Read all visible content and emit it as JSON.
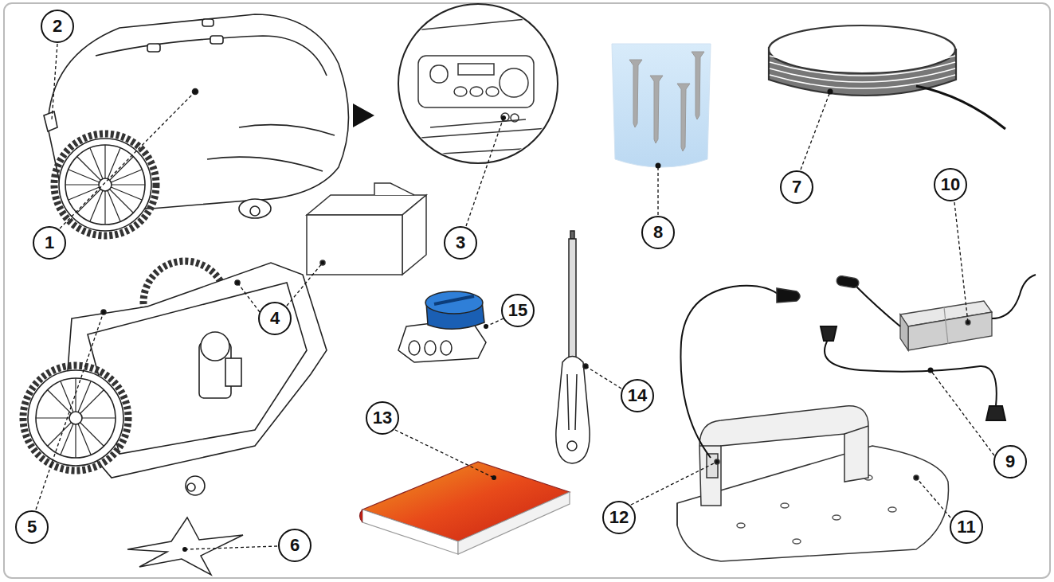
{
  "diagram": {
    "nodes": [
      {
        "text": [
          "2"
        ]
      },
      {
        "text": [
          "7"
        ]
      },
      {
        "text": [
          "10"
        ]
      },
      {
        "text": [
          "3"
        ]
      },
      {
        "text": [
          "8"
        ]
      },
      {
        "text": [
          "1"
        ]
      },
      {
        "text": [
          "15"
        ]
      },
      {
        "text": [
          "4"
        ]
      },
      {
        "text": [
          "14"
        ]
      },
      {
        "text": [
          "13"
        ]
      },
      {
        "text": [
          "9"
        ]
      },
      {
        "text": [
          "11"
        ]
      },
      {
        "text": [
          "12"
        ]
      },
      {
        "text": [
          "5"
        ]
      },
      {
        "text": [
          "6"
        ]
      }
    ]
  }
}
